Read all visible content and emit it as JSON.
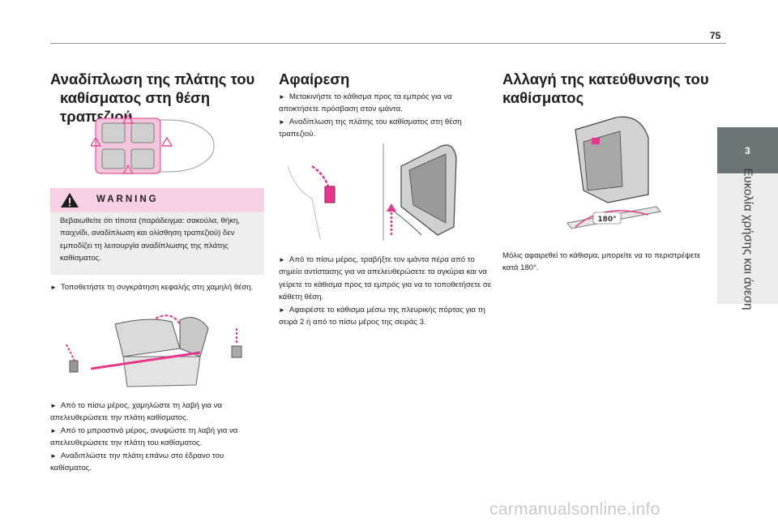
{
  "page_number": "75",
  "chapter": {
    "number": "3",
    "title": "Ευκολία χρήσης και άνεση"
  },
  "col1": {
    "title_line1": "Αναδίπλωση της πλάτης του",
    "title_line2": "καθίσματος στη θέση τραπεζιού",
    "warning_label": "WARNING",
    "warning_text": "Βεβαιωθείτε ότι τίποτα (παράδειγμα: σακούλα, θήκη, παιχνίδι, αναδίπλωση και ολίσθηση τραπεζιού) δεν εμποδίζει τη λειτουργία αναδίπλωσης της πλάτης καθίσματος.",
    "step1": "Τοποθετήστε τη συγκράτηση κεφαλής στη χαμηλή θέση.",
    "step2": "Από το πίσω μέρος, χαμηλώστε τη λαβή για να απελευθερώσετε την πλάτη καθίσματος.",
    "step3": "Από το μπροστινό μέρος, ανυψώστε τη λαβή για να απελευθερώσετε την πλάτη του καθίσματος.",
    "step4": "Αναδιπλώστε την πλάτη επάνω στο έδρανο του καθίσματος."
  },
  "col2": {
    "title": "Αφαίρεση",
    "step1": "Μετακινήστε το κάθισμα προς τα εμπρός για να αποκτήσετε πρόσβαση στον ιμάντα.",
    "step2": "Αναδίπλωση της πλάτης του καθίσματος στη θέση τραπεζιού.",
    "step3": "Από το πίσω μέρος, τραβήξτε τον ιμάντα πέρα από το σημείο αντίστασης για να απελευθερώσετε τα αγκύρια και να γείρετε το κάθισμα προς τα εμπρός για να το τοποθετήσετε σε κάθετη θέση.",
    "step4": "Αφαιρέστε το κάθισμα μέσω της πλευρικής πόρτας για τη σειρά 2 ή από το πίσω μέρος της σειράς 3."
  },
  "col3": {
    "title_line1": "Αλλαγή της κατεύθυνσης του",
    "title_line2": "καθίσματος",
    "rotation_label": "180°",
    "text": "Μόλις αφαιρεθεί το κάθισμα, μπορείτε να το περιστρέψετε κατά 180°."
  },
  "watermark": "carmanualsonline.info",
  "colors": {
    "accent_pink": "#e6378f",
    "warning_bg": "#f7d0e6",
    "tab_gray": "#6b7476"
  }
}
